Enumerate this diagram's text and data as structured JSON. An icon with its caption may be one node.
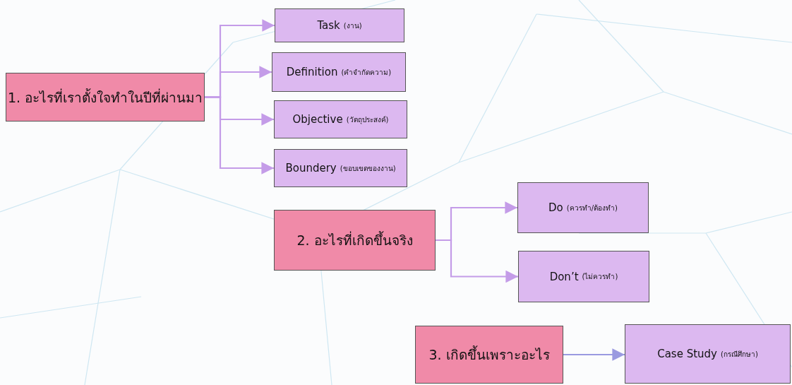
{
  "diagram": {
    "nodes": [
      {
        "text": [
          "1. อะไรที่เราตั้งใจทำในปีที่ผ่านมา"
        ]
      },
      {
        "text": [
          "Task",
          "(งาน)"
        ]
      },
      {
        "text": [
          "Definition",
          "(คำจำกัดความ)"
        ]
      },
      {
        "text": [
          "Objective",
          "(วัตถุประสงค์)"
        ]
      },
      {
        "text": [
          "Boundery",
          "(ขอบเขตของงาน)"
        ]
      },
      {
        "text": [
          "2. อะไรที่เกิดขึ้นจริง"
        ]
      },
      {
        "text": [
          "Do",
          "(ควรทำ/ต้องทำ)"
        ]
      },
      {
        "text": [
          "Don’t",
          "(ไม่ควรทำ)"
        ]
      },
      {
        "text": [
          "3. เกิดขึ้นเพราะอะไร"
        ]
      },
      {
        "text": [
          "Case Study",
          "(กรณีศึกษา)"
        ]
      }
    ],
    "edges": [
      {
        "from": 0,
        "to": 1,
        "arrow": "to"
      },
      {
        "from": 0,
        "to": 2,
        "arrow": "to"
      },
      {
        "from": 0,
        "to": 3,
        "arrow": "to"
      },
      {
        "from": 0,
        "to": 4,
        "arrow": "to"
      },
      {
        "from": 5,
        "to": 6,
        "arrow": "to"
      },
      {
        "from": 5,
        "to": 7,
        "arrow": "to"
      },
      {
        "from": 8,
        "to": 9,
        "arrow": "to",
        "color": "#9a9ae0"
      }
    ]
  }
}
